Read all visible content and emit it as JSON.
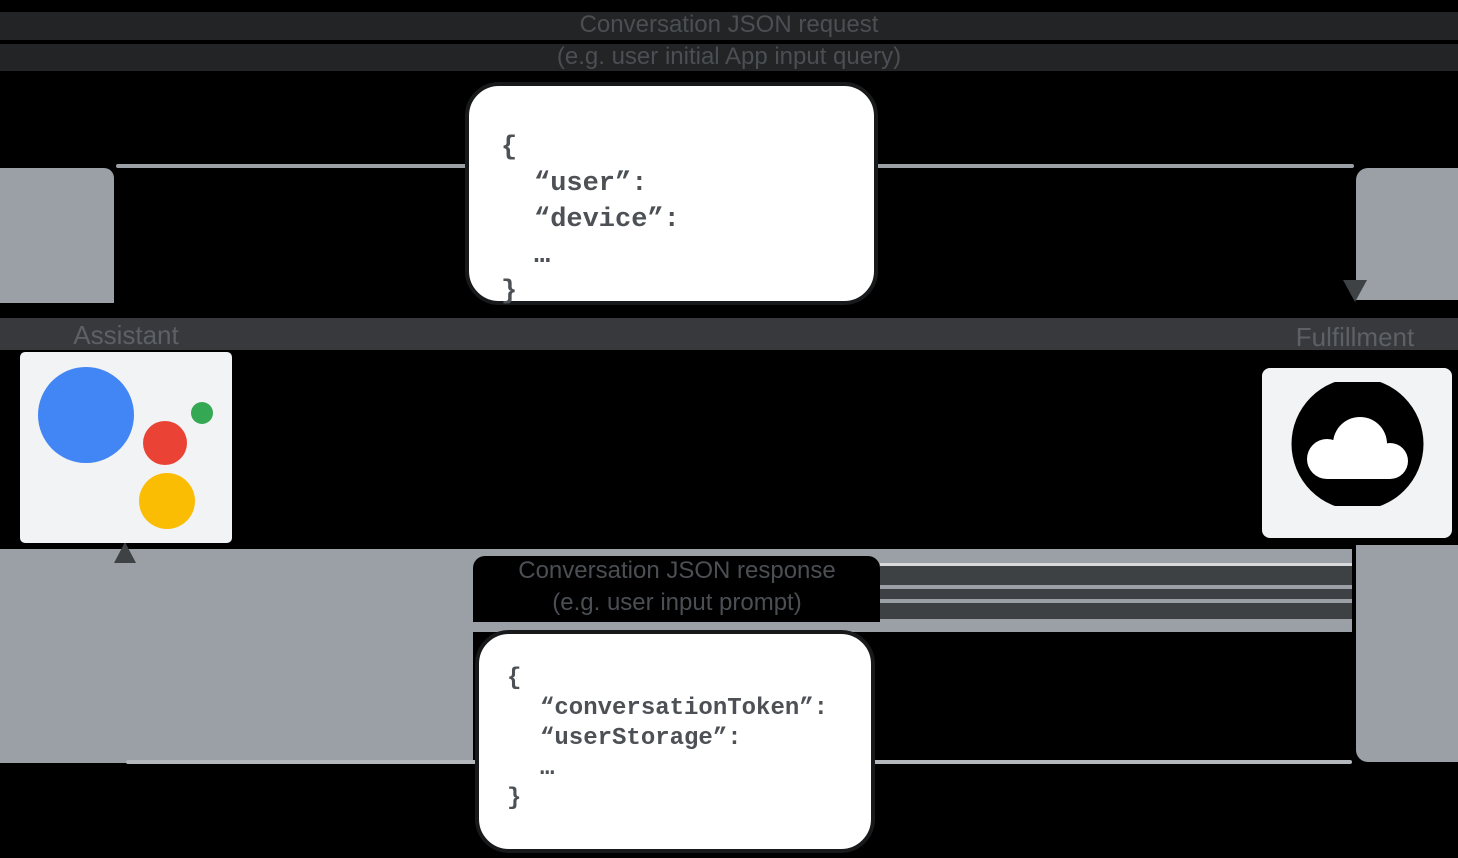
{
  "request": {
    "title": "Conversation JSON request",
    "subtitle": "(e.g. user initial App input query)",
    "code": [
      "{",
      "“user”:",
      "“device”:",
      "…",
      "}"
    ]
  },
  "response": {
    "title": "Conversation JSON response",
    "subtitle": "(e.g. user input prompt)",
    "code": [
      "{",
      "“conversationToken”:",
      "“userStorage”:",
      "…",
      "}"
    ]
  },
  "entities": {
    "left": "Assistant",
    "right": "Fulfillment"
  },
  "icons": {
    "left": "google-assistant-logo",
    "right": "cloud-icon"
  },
  "colors": {
    "background": "#000000",
    "flow_gray": "#9aa0a6",
    "text_dark": "#3c4043",
    "card_bg": "#f1f3f4",
    "box_bg": "#ffffff",
    "assistant_blue": "#4285f4",
    "assistant_red": "#ea4335",
    "assistant_yellow": "#fbbc04",
    "assistant_green": "#34a853"
  }
}
